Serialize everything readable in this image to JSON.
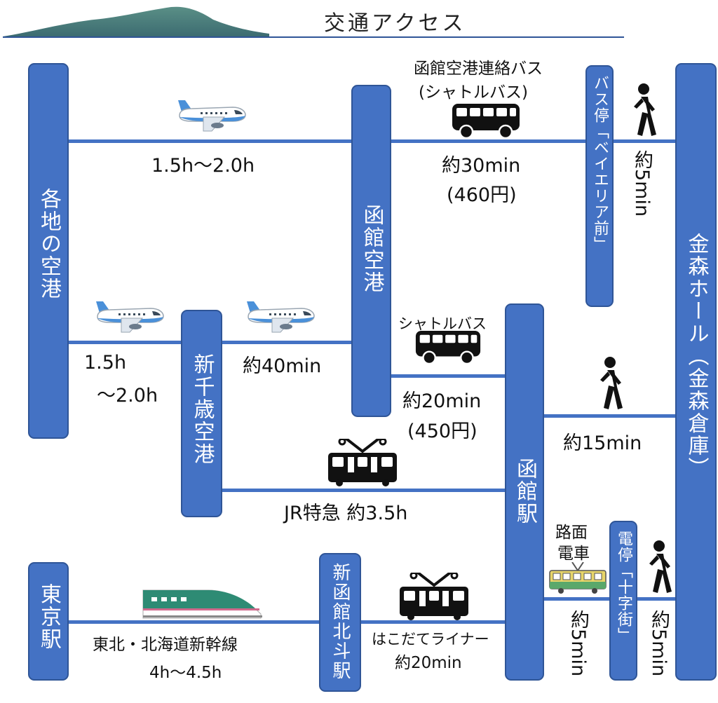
{
  "header": {
    "title": "交通アクセス"
  },
  "nodes": {
    "airports": "各地の空港",
    "hakodate_airport": "函館空港",
    "new_chitose": "新千歳空港",
    "hakodate_station": "函館駅",
    "kanamori_hall": "金森ホール（金森倉庫）",
    "bus_stop_bay": "バス停「ベイエリア前」",
    "tram_stop_jujigai": "電停「十字街」",
    "tokyo_station": "東京駅",
    "shin_hakodate": "新函館北斗駅"
  },
  "routes": {
    "flight_airports_hakodate": "1.5h～2.0h",
    "flight_airports_chitose_1": "1.5h",
    "flight_airports_chitose_2": "～2.0h",
    "flight_chitose_hakodate": "約40min",
    "airport_bus_name_1": "函館空港連絡バス",
    "airport_bus_name_2": "(シャトルバス)",
    "airport_bus_time": "約30min",
    "airport_bus_fare": "(460円)",
    "walk_busstop_time": "約5min",
    "shuttle_name": "シャトルバス",
    "shuttle_time": "約20min",
    "shuttle_fare": "(450円)",
    "walk_station_time": "約15min",
    "jr_express": "JR特急 約3.5h",
    "tram_name_1": "路面",
    "tram_name_2": "電車",
    "tram_time": "約5min",
    "walk_tram_time": "約5min",
    "shinkansen_name": "東北・北海道新幹線",
    "shinkansen_time": "4h～4.5h",
    "liner_name": "はこだてライナー",
    "liner_time": "約20min"
  },
  "icons": [
    "mountain-landscape",
    "airplane-icon",
    "bus-icon",
    "walking-person-icon",
    "train-icon",
    "tram-icon",
    "shinkansen-icon"
  ],
  "colors": {
    "node_fill": "#4472c4",
    "node_border": "#2f5597",
    "line": "#4472c4"
  }
}
